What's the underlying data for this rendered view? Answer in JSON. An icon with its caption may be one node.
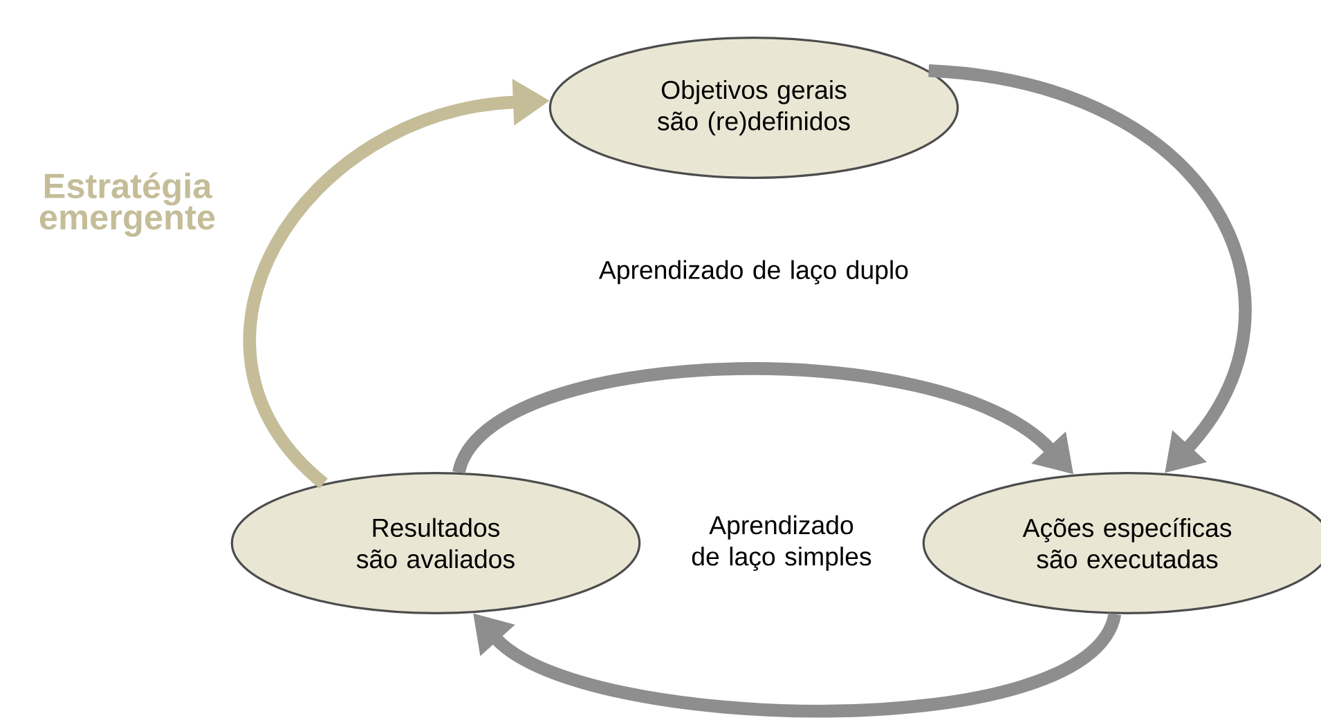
{
  "diagram": {
    "nodes": [
      {
        "text": [
          "Objetivos gerais são (re)definidos"
        ]
      },
      {
        "text": [
          "Ações específicas são executadas"
        ]
      },
      {
        "text": [
          "Resultados são avaliados"
        ]
      }
    ],
    "edges": [
      {
        "from": 0,
        "to": 1,
        "arrow": "to"
      },
      {
        "from": 2,
        "to": 1,
        "arrow": "to"
      },
      {
        "from": 1,
        "to": 2,
        "arrow": "to"
      },
      {
        "from": 2,
        "to": 0,
        "arrow": "to",
        "color": "#c4bd98"
      }
    ],
    "labels": [
      "Estratégia emergente",
      "Aprendizado de laço duplo",
      "Aprendizado de laço simples"
    ]
  }
}
